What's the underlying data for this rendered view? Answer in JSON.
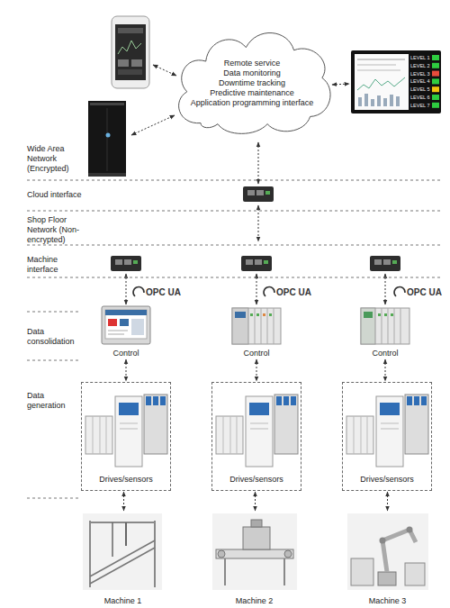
{
  "diagram": {
    "nodes": [
      {
        "text": [
          "Remote service",
          "Data monitoring",
          "Downtime tracking",
          "Predictive maintenance",
          "Application programming interface"
        ]
      },
      {
        "text": [
          "Control"
        ]
      },
      {
        "text": [
          "Control"
        ]
      },
      {
        "text": [
          "Control"
        ]
      },
      {
        "text": [
          "Drives/sensors"
        ]
      },
      {
        "text": [
          "Drives/sensors"
        ]
      },
      {
        "text": [
          "Drives/sensors"
        ]
      },
      {
        "text": [
          "Machine 1"
        ]
      },
      {
        "text": [
          "Machine 2"
        ]
      },
      {
        "text": [
          "Machine 3"
        ]
      }
    ],
    "edges": [
      {
        "from": 1,
        "to": 4,
        "arrow": "both"
      },
      {
        "from": 2,
        "to": 5,
        "arrow": "both"
      },
      {
        "from": 3,
        "to": 6,
        "arrow": "both"
      },
      {
        "from": 4,
        "to": 7,
        "arrow": "both"
      },
      {
        "from": 5,
        "to": 8,
        "arrow": "both"
      },
      {
        "from": 6,
        "to": 9,
        "arrow": "both"
      }
    ],
    "labels": [
      "Wide Area Network (Encrypted)",
      "Cloud interface",
      "Shop Floor Network (Non-encrypted)",
      "Machine interface",
      "Data consolidation",
      "Data generation",
      "OPC UA",
      "OPC UA",
      "OPC UA",
      "LEVEL 1",
      "LEVEL 2",
      "LEVEL 3",
      "LEVEL 4",
      "LEVEL 5",
      "LEVEL 6",
      "LEVEL 7"
    ]
  }
}
